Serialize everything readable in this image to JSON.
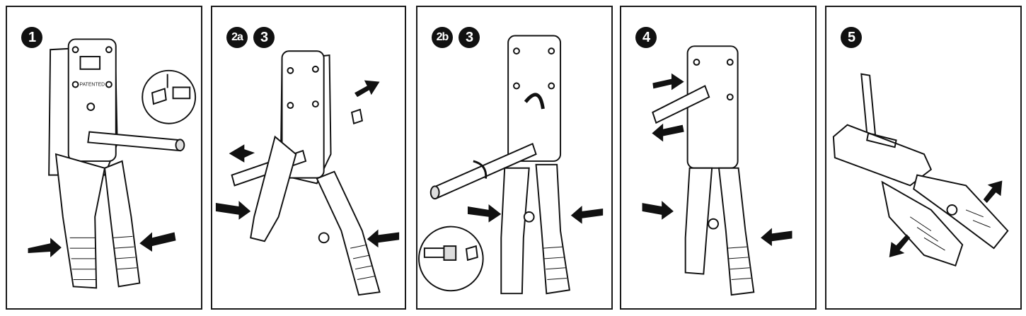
{
  "panels": [
    {
      "steps": [
        "1"
      ],
      "tool_text": "PATENTED"
    },
    {
      "steps": [
        "2a",
        "3"
      ]
    },
    {
      "steps": [
        "2b",
        "3"
      ]
    },
    {
      "steps": [
        "4"
      ]
    },
    {
      "steps": [
        "5"
      ]
    }
  ],
  "colors": {
    "ink": "#111111",
    "paper": "#ffffff",
    "shade": "#d9d9d9"
  }
}
